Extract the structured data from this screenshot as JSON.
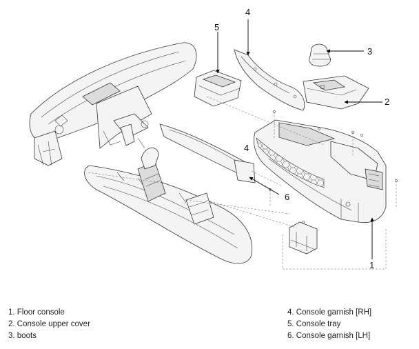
{
  "callouts": [
    {
      "id": "1",
      "text": "1"
    },
    {
      "id": "2",
      "text": "2"
    },
    {
      "id": "3",
      "text": "3"
    },
    {
      "id": "4",
      "text": "4"
    },
    {
      "id": "4b",
      "text": "4"
    },
    {
      "id": "5",
      "text": "5"
    },
    {
      "id": "6",
      "text": "6"
    }
  ],
  "legend": {
    "left": [
      "1. Floor console",
      "2. Console upper cover",
      "3. boots"
    ],
    "right": [
      "4. Console garnish [RH]",
      "5. Console tray",
      "6. Console garnish [LH]"
    ]
  }
}
